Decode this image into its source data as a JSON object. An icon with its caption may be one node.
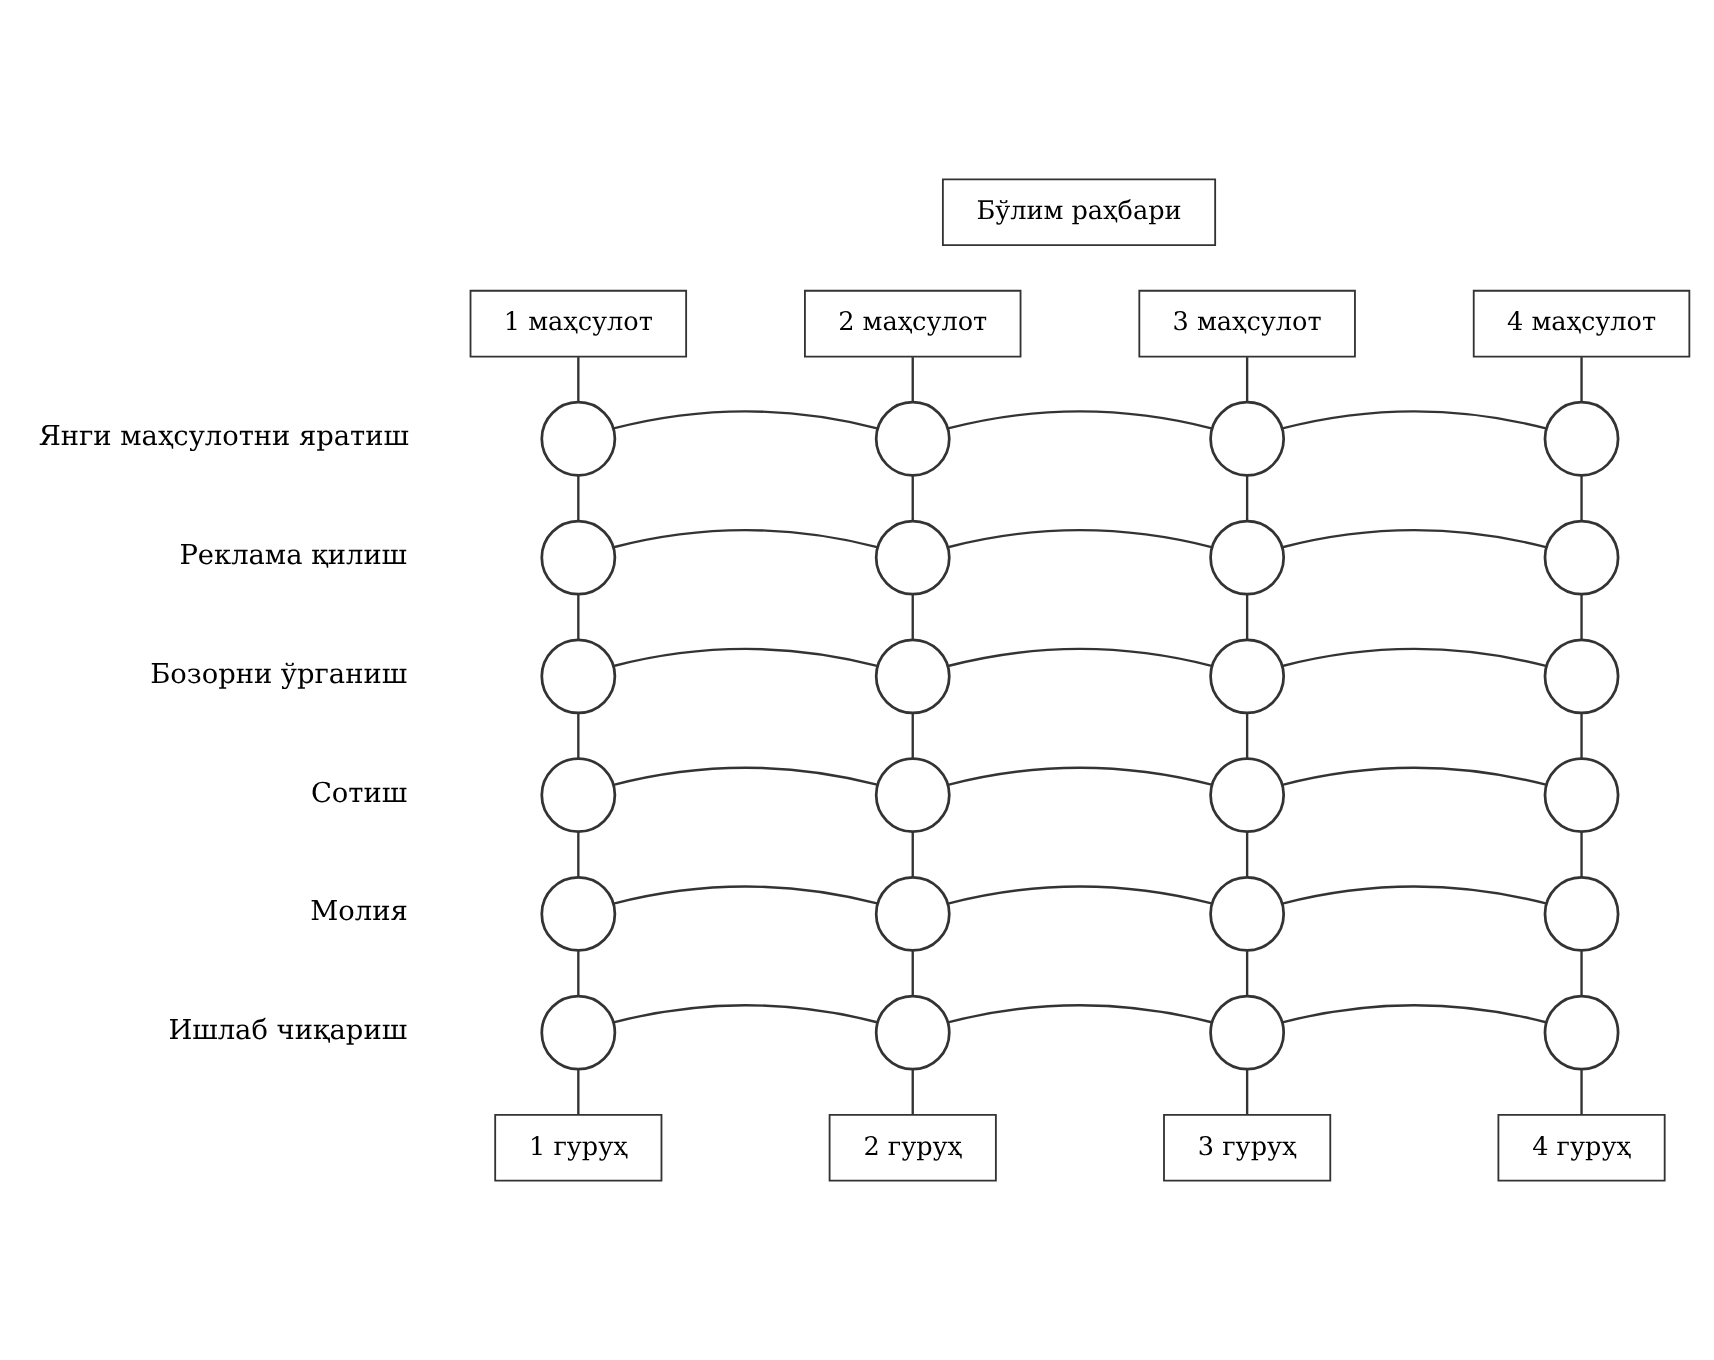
{
  "diagram": {
    "nodes": [
      {
        "text": [
          "Бўлим раҳбари"
        ]
      },
      {
        "text": [
          "1 маҳсулот"
        ]
      },
      {
        "text": [
          "2 маҳсулот"
        ]
      },
      {
        "text": [
          "3 маҳсулот"
        ]
      },
      {
        "text": [
          "4 маҳсулот"
        ]
      },
      {
        "text": [],
        "shape": "circle"
      },
      {
        "text": [],
        "shape": "circle"
      },
      {
        "text": [],
        "shape": "circle"
      },
      {
        "text": [],
        "shape": "circle"
      },
      {
        "text": [],
        "shape": "circle"
      },
      {
        "text": [],
        "shape": "circle"
      },
      {
        "text": [],
        "shape": "circle"
      },
      {
        "text": [],
        "shape": "circle"
      },
      {
        "text": [],
        "shape": "circle"
      },
      {
        "text": [],
        "shape": "circle"
      },
      {
        "text": [],
        "shape": "circle"
      },
      {
        "text": [],
        "shape": "circle"
      },
      {
        "text": [],
        "shape": "circle"
      },
      {
        "text": [],
        "shape": "circle"
      },
      {
        "text": [],
        "shape": "circle"
      },
      {
        "text": [],
        "shape": "circle"
      },
      {
        "text": [],
        "shape": "circle"
      },
      {
        "text": [],
        "shape": "circle"
      },
      {
        "text": [],
        "shape": "circle"
      },
      {
        "text": [],
        "shape": "circle"
      },
      {
        "text": [],
        "shape": "circle"
      },
      {
        "text": [],
        "shape": "circle"
      },
      {
        "text": [],
        "shape": "circle"
      },
      {
        "text": [],
        "shape": "circle"
      },
      {
        "text": [
          "1 гуруҳ"
        ]
      },
      {
        "text": [
          "2 гуруҳ"
        ]
      },
      {
        "text": [
          "3 гуруҳ"
        ]
      },
      {
        "text": [
          "4 гуруҳ"
        ]
      }
    ],
    "edges": [
      {
        "from": 1,
        "to": 5,
        "arrow": "none"
      },
      {
        "from": 2,
        "to": 6,
        "arrow": "none"
      },
      {
        "from": 3,
        "to": 7,
        "arrow": "none"
      },
      {
        "from": 4,
        "to": 8,
        "arrow": "none"
      },
      {
        "from": 5,
        "to": 6,
        "arrow": "none"
      },
      {
        "from": 6,
        "to": 7,
        "arrow": "none"
      },
      {
        "from": 7,
        "to": 8,
        "arrow": "none"
      },
      {
        "from": 5,
        "to": 9,
        "arrow": "none"
      },
      {
        "from": 6,
        "to": 10,
        "arrow": "none"
      },
      {
        "from": 7,
        "to": 11,
        "arrow": "none"
      },
      {
        "from": 8,
        "to": 12,
        "arrow": "none"
      },
      {
        "from": 9,
        "to": 10,
        "arrow": "none"
      },
      {
        "from": 10,
        "to": 11,
        "arrow": "none"
      },
      {
        "from": 11,
        "to": 12,
        "arrow": "none"
      },
      {
        "from": 9,
        "to": 13,
        "arrow": "none"
      },
      {
        "from": 10,
        "to": 14,
        "arrow": "none"
      },
      {
        "from": 11,
        "to": 15,
        "arrow": "none"
      },
      {
        "from": 12,
        "to": 16,
        "arrow": "none"
      },
      {
        "from": 13,
        "to": 14,
        "arrow": "none"
      },
      {
        "from": 14,
        "to": 15,
        "arrow": "none"
      },
      {
        "from": 15,
        "to": 16,
        "arrow": "none"
      },
      {
        "from": 13,
        "to": 17,
        "arrow": "none"
      },
      {
        "from": 14,
        "to": 18,
        "arrow": "none"
      },
      {
        "from": 15,
        "to": 19,
        "arrow": "none"
      },
      {
        "from": 16,
        "to": 20,
        "arrow": "none"
      },
      {
        "from": 17,
        "to": 18,
        "arrow": "none"
      },
      {
        "from": 18,
        "to": 19,
        "arrow": "none"
      },
      {
        "from": 19,
        "to": 20,
        "arrow": "none"
      },
      {
        "from": 17,
        "to": 21,
        "arrow": "none"
      },
      {
        "from": 18,
        "to": 22,
        "arrow": "none"
      },
      {
        "from": 19,
        "to": 23,
        "arrow": "none"
      },
      {
        "from": 20,
        "to": 24,
        "arrow": "none"
      },
      {
        "from": 21,
        "to": 22,
        "arrow": "none"
      },
      {
        "from": 22,
        "to": 23,
        "arrow": "none"
      },
      {
        "from": 23,
        "to": 24,
        "arrow": "none"
      },
      {
        "from": 21,
        "to": 25,
        "arrow": "none"
      },
      {
        "from": 22,
        "to": 26,
        "arrow": "none"
      },
      {
        "from": 23,
        "to": 27,
        "arrow": "none"
      },
      {
        "from": 24,
        "to": 28,
        "arrow": "none"
      },
      {
        "from": 25,
        "to": 26,
        "arrow": "none"
      },
      {
        "from": 26,
        "to": 27,
        "arrow": "none"
      },
      {
        "from": 27,
        "to": 28,
        "arrow": "none"
      },
      {
        "from": 25,
        "to": 29,
        "arrow": "none"
      },
      {
        "from": 26,
        "to": 30,
        "arrow": "none"
      },
      {
        "from": 27,
        "to": 31,
        "arrow": "none"
      },
      {
        "from": 28,
        "to": 32,
        "arrow": "none"
      }
    ],
    "labels": [
      "Янги маҳсулотни яратиш",
      "Реклама қилиш",
      "Бозорни ўрганиш",
      "Сотиш",
      "Молия",
      "Ишлаб чиқариш"
    ]
  }
}
